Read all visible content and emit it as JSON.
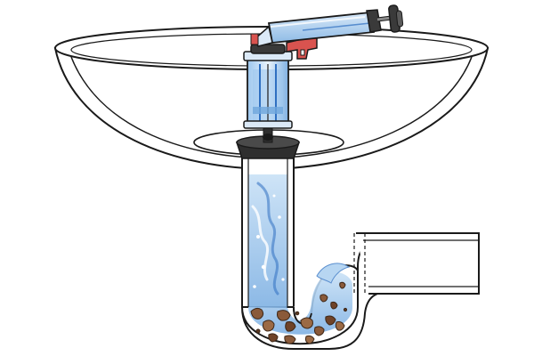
{
  "figure": {
    "labels": [],
    "parts": [
      "basin",
      "drain-plug-opening",
      "plunger-seal",
      "pressure-cylinder",
      "pump-handle",
      "trigger",
      "pump-plunger-rod",
      "tailpiece-pipe",
      "p-trap",
      "horizontal-drain-pipe",
      "water-flow",
      "clog-debris"
    ]
  },
  "colors": {
    "outline": "#1a1a1a",
    "basin_fill": "#ffffff",
    "pipe_fill": "#ffffff",
    "water_light": "#b7d6f2",
    "water_mid": "#6fa6dc",
    "water_dark": "#2f6fc1",
    "debris": "#8a5a3a",
    "debris_dark": "#5b3a24",
    "gasket": "#2f2f2f",
    "trigger_red": "#d9534f",
    "glass": "#dbe9f7"
  }
}
